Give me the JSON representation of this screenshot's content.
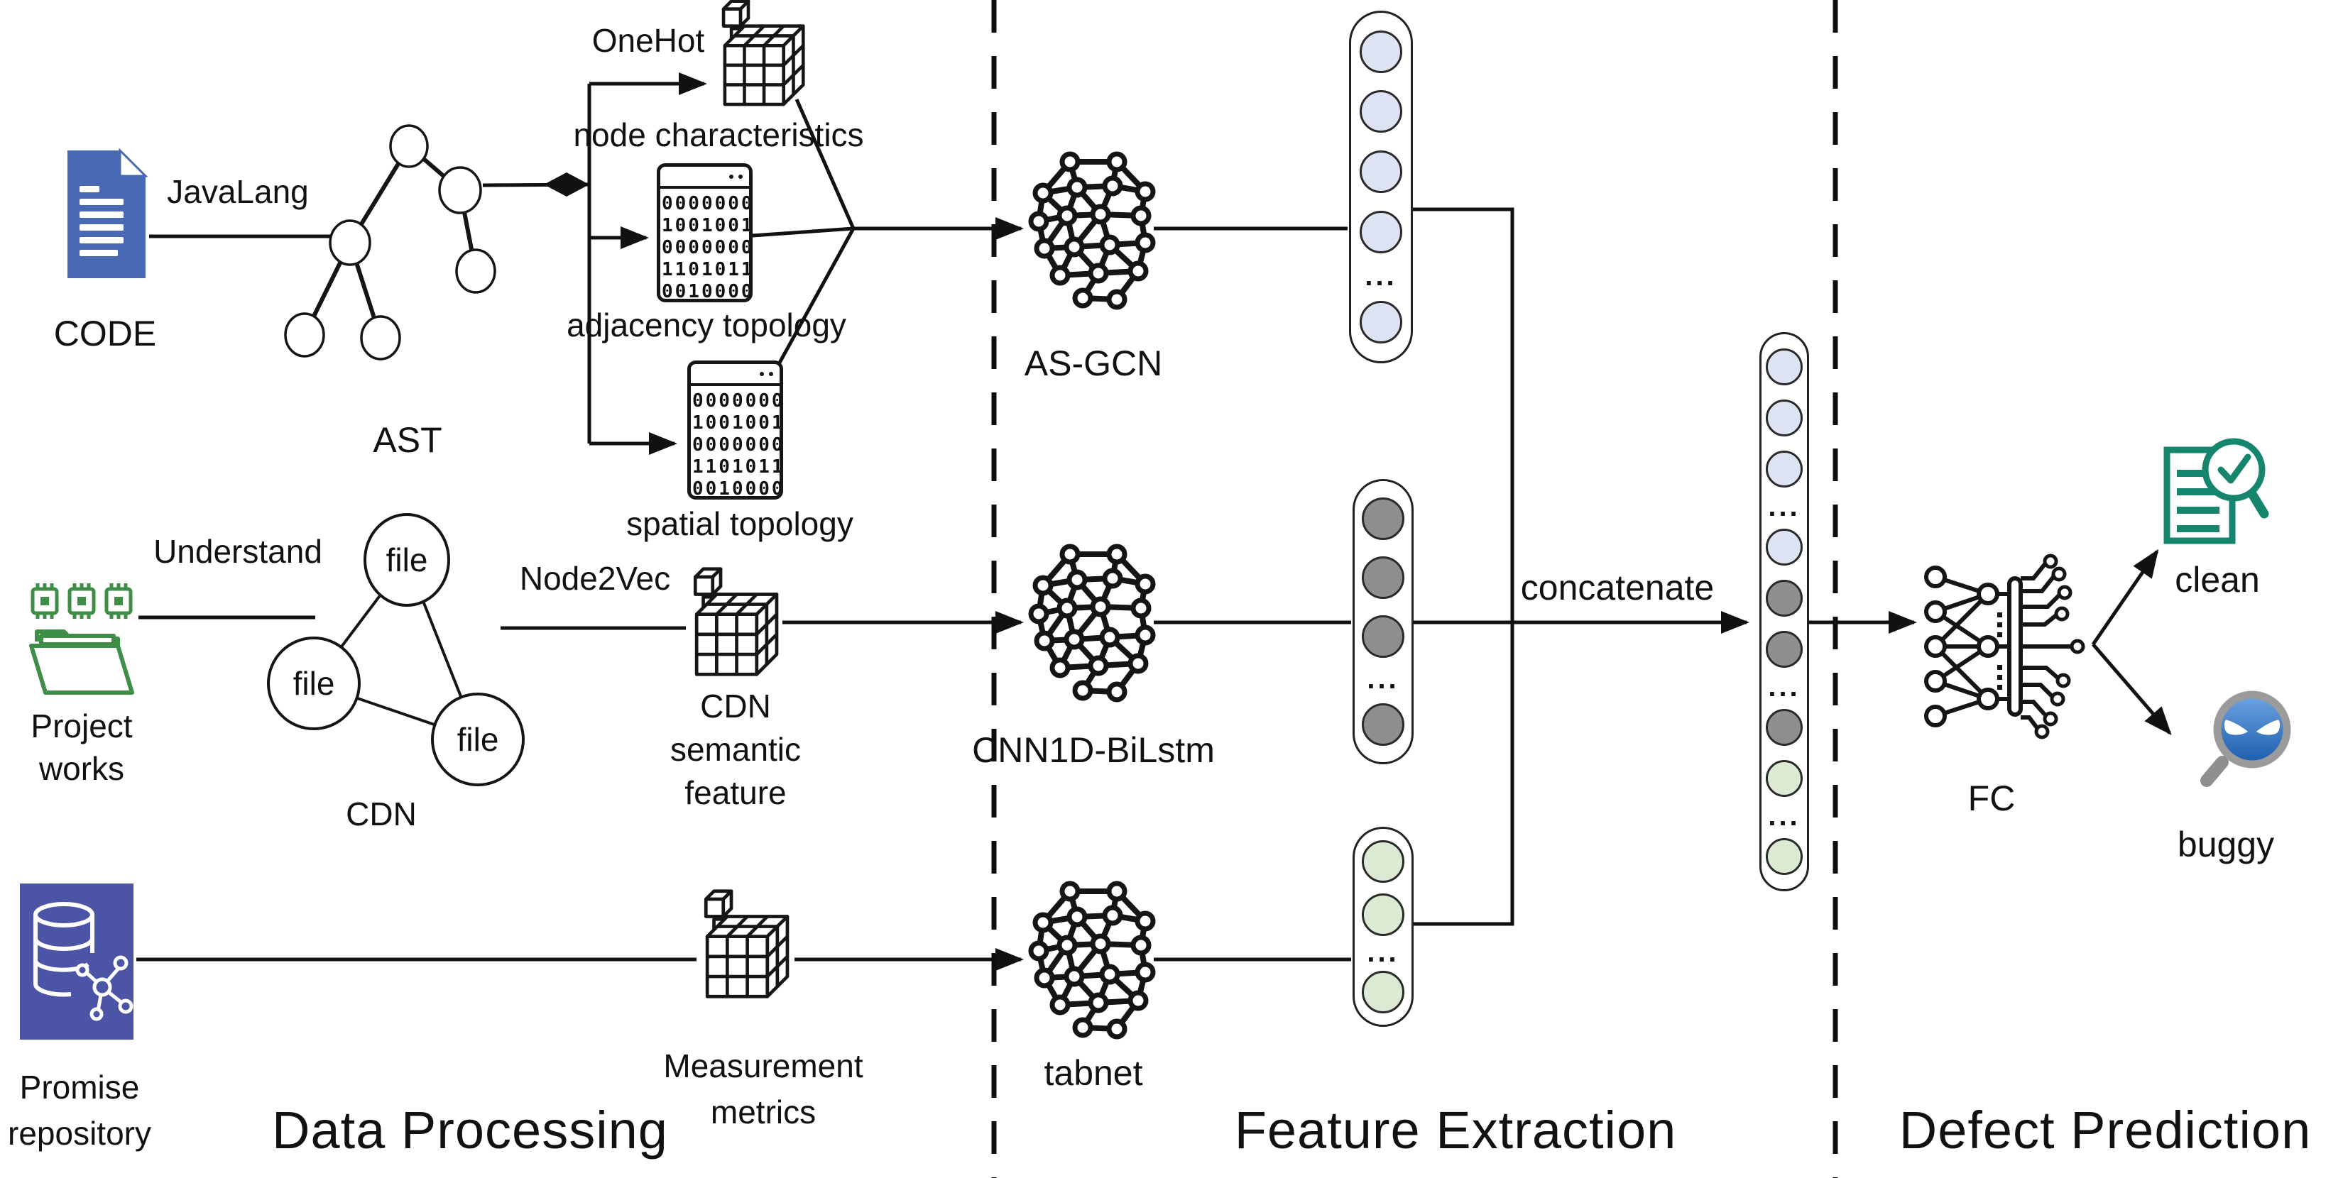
{
  "sections": {
    "data_processing": "Data Processing",
    "feature_extraction": "Feature Extraction",
    "defect_prediction": "Defect Prediction"
  },
  "data_processing": {
    "code": {
      "label": "CODE",
      "tool_label": "JavaLang"
    },
    "ast": {
      "label": "AST"
    },
    "onehot_label": "OneHot",
    "outputs": {
      "node_characteristics": "node characteristics",
      "adjacency_topology": "adjacency topology",
      "spatial_topology": "spatial topology"
    },
    "matrix_rows": [
      "0000000",
      "1001001",
      "0000000",
      "1101011",
      "0010000"
    ],
    "cdn": {
      "tool_label": "Understand",
      "node_label": "file",
      "graph_label": "CDN",
      "embed_tool_label": "Node2Vec",
      "feature_label_lines": [
        "CDN",
        "semantic",
        "feature"
      ]
    },
    "project": {
      "label_lines": [
        "Project",
        "works"
      ]
    },
    "promise": {
      "label_lines": [
        "Promise",
        "repository"
      ],
      "metrics_label_lines": [
        "Measurement",
        "metrics"
      ]
    }
  },
  "feature_extraction": {
    "models": {
      "asgcn": "AS-GCN",
      "cnn": "CNN1D-BiLstm",
      "tabnet": "tabnet"
    },
    "concatenate_label": "concatenate",
    "ellipsis": "...",
    "vectors": {
      "asgcn": [
        "blue",
        "blue",
        "blue",
        "blue",
        "dots",
        "blue"
      ],
      "cnn": [
        "gray",
        "gray",
        "gray",
        "dots",
        "gray"
      ],
      "tabnet": [
        "green",
        "green",
        "dots",
        "green"
      ],
      "combined": [
        "blue",
        "blue",
        "blue",
        "dots",
        "blue",
        "gray",
        "gray",
        "dots",
        "gray",
        "green",
        "dots",
        "green"
      ]
    }
  },
  "defect_prediction": {
    "fc_label": "FC",
    "classes": {
      "clean": "clean",
      "buggy": "buggy"
    }
  },
  "colors": {
    "vector_blue": "#dee3f3",
    "vector_gray": "#8e8e8e",
    "vector_green": "#dcead3",
    "code_blue": "#4a69b5",
    "promise_indigo": "#4c55a5",
    "project_green": "#3e8e47",
    "clean_teal": "#15866d",
    "buggy_blue": "#3578c8",
    "line_black": "#111111"
  }
}
